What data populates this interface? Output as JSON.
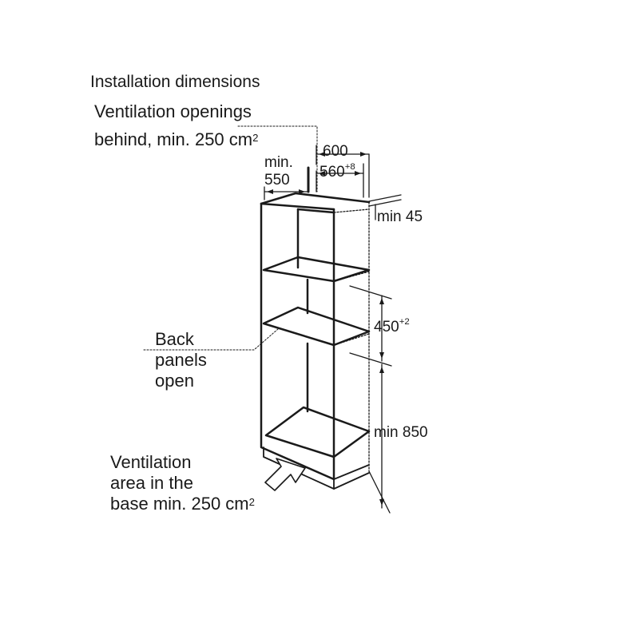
{
  "title": "Installation dimensions",
  "ventilation_behind": {
    "line1": "Ventilation openings",
    "line2": "behind, min. 250 cm",
    "sup": "2"
  },
  "back_panels": {
    "line1": "Back",
    "line2": "panels",
    "line3": "open"
  },
  "ventilation_base": {
    "line1": "Ventilation",
    "line2": "area in the",
    "line3": "base min. 250 cm",
    "sup": "2"
  },
  "dimensions": {
    "min_label": "min.",
    "depth_min": "550",
    "outer_width": "600",
    "inner_width": "560",
    "inner_width_tol": "+8",
    "top_clearance": "min 45",
    "niche_height": "450",
    "niche_height_tol": "+2",
    "base_height": "min 850"
  }
}
